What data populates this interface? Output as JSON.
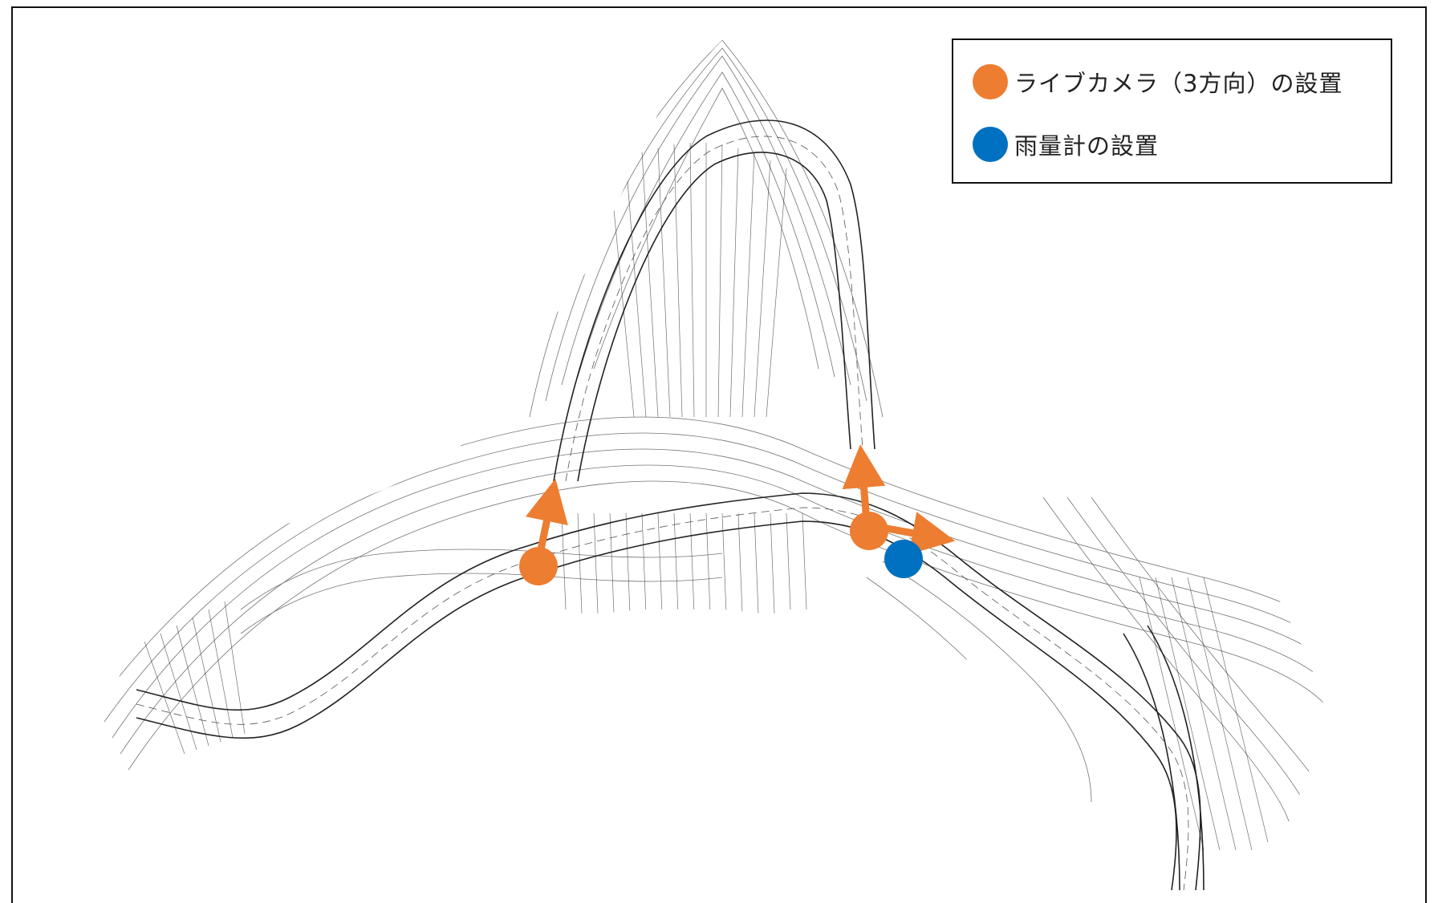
{
  "legend": {
    "items": [
      {
        "label": "ライブカメラ（3方向）の設置",
        "color": "#ED7D31",
        "icon": "orange-circle-icon"
      },
      {
        "label": "雨量計の設置",
        "color": "#0070C0",
        "icon": "blue-circle-icon"
      }
    ]
  },
  "markers": {
    "camera_color": "#ED7D31",
    "rain_gauge_color": "#0070C0",
    "cameras": [
      {
        "name": "live-camera-west",
        "directions": [
          "north"
        ]
      },
      {
        "name": "live-camera-east",
        "directions": [
          "north",
          "east"
        ]
      }
    ],
    "rain_gauges": [
      {
        "name": "rain-gauge-east"
      }
    ]
  }
}
